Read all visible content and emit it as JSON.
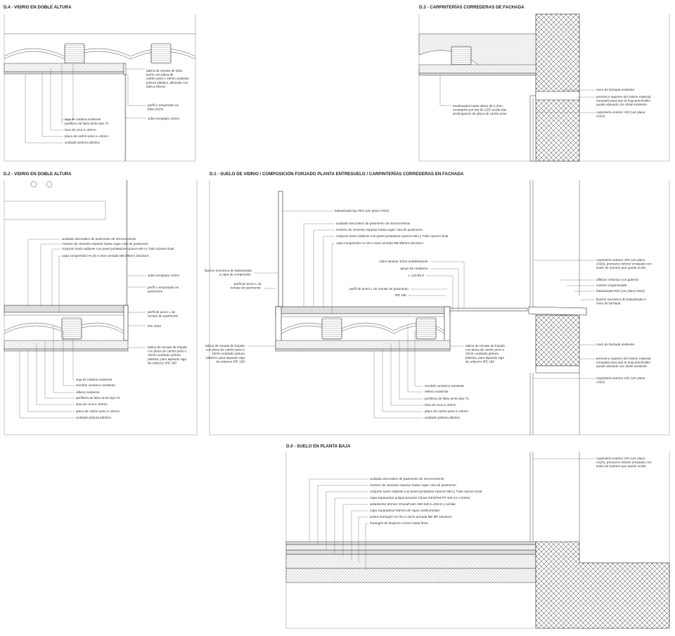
{
  "titles": {
    "d4": "D.4 - VIDRIO EN DOBLE ALTURA",
    "d3": "D.3 - CARPINTERÍAS CORREDERAS DE FACHADA",
    "d2": "D.2 - VIDRIO EN DOBLE ALTURA",
    "d1": "D.1 - SUELO DE VIDRIO / COMPOSICIÓN FORJADO PLANTA ENTRESUELO / CARPINTERÍAS CORREDERAS EN FACHADA",
    "d0": "D.0 - SUELO EN PLANTA BAJA"
  },
  "d4": {
    "ceiling": [
      "tabica de remate de falso",
      "techo con placa de",
      "cartón-yeso e 15mm acabado",
      "pintura plástica, alineado con",
      "tabica inferior"
    ],
    "perfil_u": [
      "perfil U empotrado en",
      "falso techo"
    ],
    "vidrio": "vidrio templado 10mm",
    "list": [
      "viga de madera existente",
      "perfilería de falso techo tipo T1",
      "lana de roca e=40mm",
      "placa de cartón-yeso e=15mm",
      "acabado pintura plástica"
    ]
  },
  "d3": {
    "trasdosado": [
      "trasdosados hasta altura de 2.20m,",
      "rematados por tira de LED oculta tras",
      "prolongación de placa de cartón-yeso"
    ],
    "right": [
      [
        "muro de fachada existente"
      ],
      [
        "premarco superior del mismo material,",
        "enrasado para que la hoja practicable",
        "quede alineado con dintel existente"
      ],
      [
        "carpintería exterior V02 (ver plano",
        "A024)"
      ]
    ]
  },
  "d2": {
    "top": [
      "acabado decorativo de pavimento de microcemento",
      "mortero de cemento espesor hasta coger cota de pavimento",
      "conjunto suelo radiante con panel portatubos  Uponor Mini y Tubo Uponor Eval",
      "capa compresión HA 25 e=6cm armada ME Ø6mm 15x15cm"
    ],
    "vidrio": "vidrio templado 10mm",
    "perfil_u": [
      "perfil U empotrado en",
      "pavimento"
    ],
    "perfil_l": [
      "perfil de acero L de",
      "remate de pavimento"
    ],
    "ipe": "IPE 1810",
    "tabica": [
      "tabica de remate de forjado",
      "con placa de cartón-yeso e",
      "15mm acabado pintura",
      "plástica, para tapando viga",
      "de refuerzo IPE 180"
    ],
    "bottom": [
      "viga de madera existente",
      "revoltón cerámico existente",
      "relleno existente",
      "perfilería de falso techo tipo T1",
      "lana de roca e=40mm",
      "placa de cartón-yeso e=15mm",
      "acabado pintura plástica"
    ]
  },
  "d1": {
    "barandilla": "balaustrada tipo R01 (ver plano A024)",
    "top": [
      "acabado decorativo de pavimento de microcemento",
      "mortero de cemento espesor hasta coger cota de pavimento",
      "conjunto suelo radiante con panel portatubos  Uponor Mini y Tubo Uponor Eval",
      "capa compresión HA 25 e=6cm armada ME Ø6mm 15x15cm"
    ],
    "fijacion": [
      "fijación mecánica de balaustrada",
      "a capa de compresión"
    ],
    "perfil_l_left": [
      "perfil de acero L de",
      "remate de pavimento"
    ],
    "mid": [
      "vidrio laminar 10/10 antideslizante",
      "apoyo de neopreno",
      "L 120.80.8",
      "perfil de acero L de remate de pavimento",
      "IPE 180"
    ],
    "tabica_left": [
      "tabica de remate de forjado",
      "con placa de cartón-yeso e",
      "15mm acabado pintura",
      "plástica, para tapando viga",
      "de refuerzo IPE 180"
    ],
    "tabica_right": [
      "tabica de remate de forjado",
      "con placa de cartón-yeso e",
      "15mm acabado pintura",
      "plástica, para tapando viga",
      "de refuerzo IPE 180"
    ],
    "bottom": [
      "revoltón cerámico existente",
      "relleno existente",
      "perfilería de falso techo tipo T1",
      "lana de roca e=40mm",
      "placa de cartón-yeso e=15mm",
      "acabado pintura plástica"
    ],
    "right": [
      [
        "carpintería exterior V02 (ver plano",
        "A024), premarco inferior enrasado con",
        "suelo de manera que quede oculto"
      ],
      [
        "alféizar cerámico con goterón"
      ],
      [
        "mortero impermeable"
      ],
      [
        "balaustrada R02 (ver plano A024)"
      ],
      [
        "fijación mecánica de balaustrada a",
        "muro de fachada"
      ],
      [
        "muro de fachada existente"
      ],
      [
        "premarco superior del mismo material,",
        "enrasado para que la hoja practicable",
        "quede alineado con dintel existente"
      ],
      [
        "carpintería exterior V01 (ver plano",
        "A024)"
      ]
    ]
  },
  "d0": {
    "right": [
      "carpintería exterior V01 (ver plano",
      "A024), premarco inferior enrasado con",
      "suelo de manera que quede oculto"
    ],
    "layers": [
      "acabado decorativo de pavimento de microcemento",
      "mortero de cemento espesor hasta coger cota de pavimento",
      "conjunto suelo radiante con panel portatubos  Uponor Mini y Tubo Uponor Eval",
      "capa separadora antipunzonante Chova GEOFIM PP 100-12 o similar",
      "aislamiento térmico ChovaFoam 250 S40 e=40mm o similar",
      "capa separadora/ barrera de vapor antihumedad",
      "solera hormigón HA 25 e=15cm armada ME Ø6 15x15cm",
      "hormigón de limpieza >10cm hasta firme"
    ]
  }
}
